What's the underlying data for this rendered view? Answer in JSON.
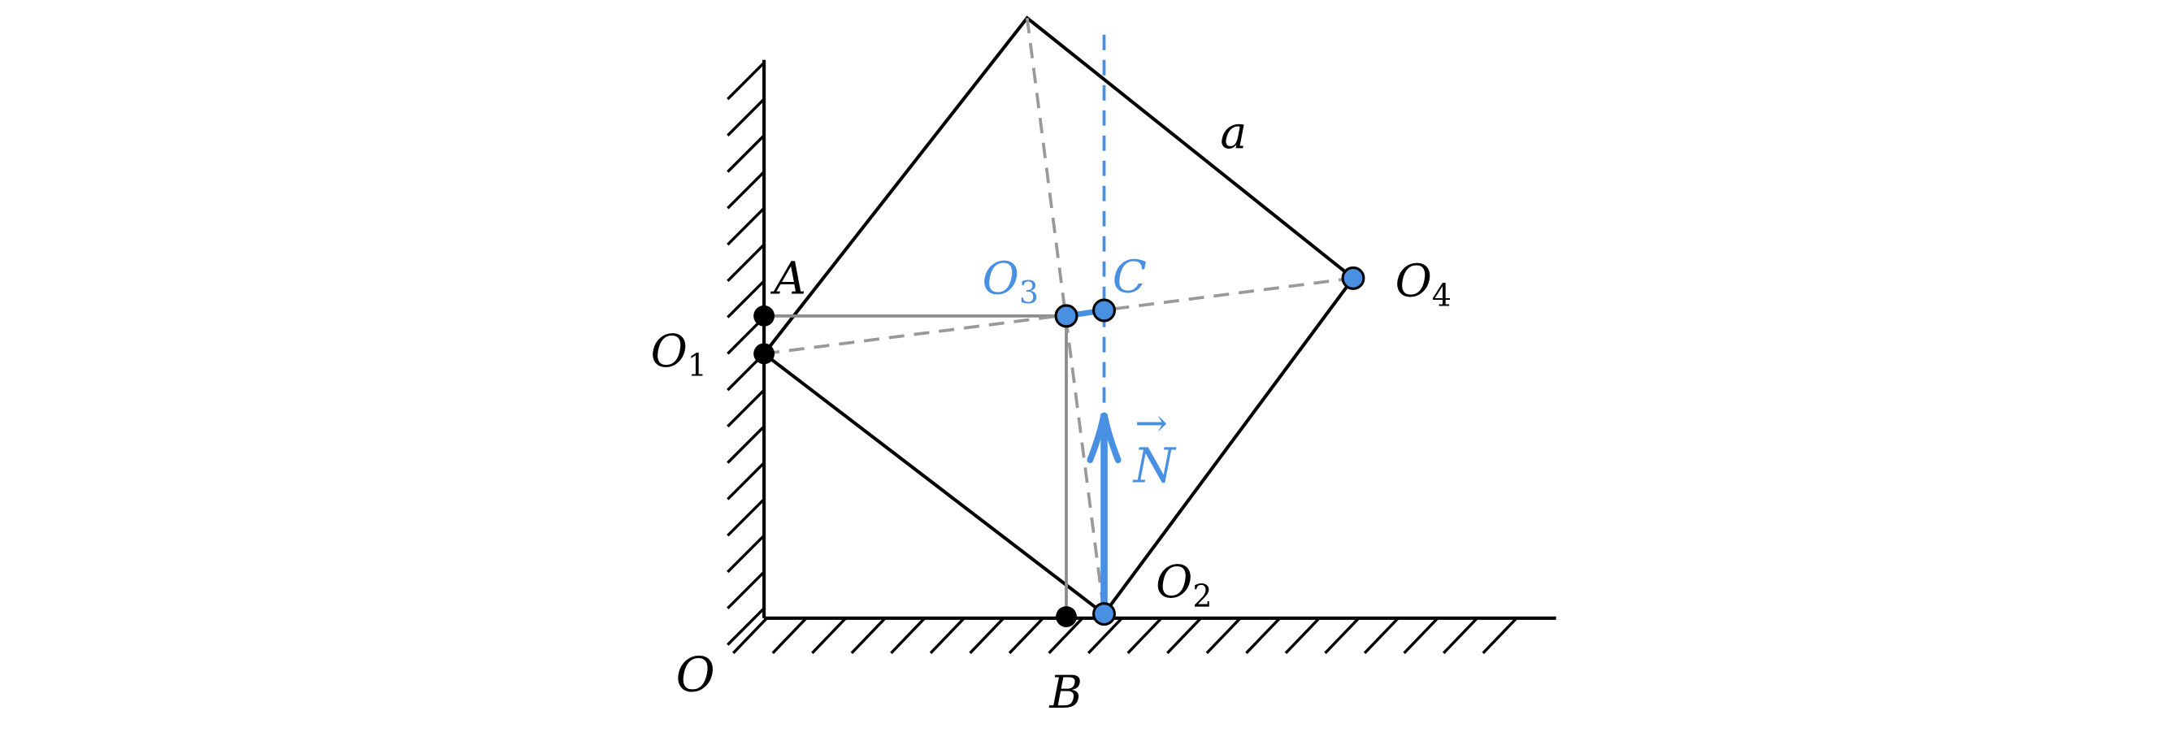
{
  "labels": {
    "O": "O",
    "A": "A",
    "B": "B",
    "C": "C",
    "a": "a",
    "O1": {
      "main": "O",
      "sub": "1"
    },
    "O2": {
      "main": "O",
      "sub": "2"
    },
    "O3": {
      "main": "O",
      "sub": "3"
    },
    "O4": {
      "main": "O",
      "sub": "4"
    },
    "N": "N",
    "N_arrow": "→"
  },
  "colors": {
    "ink": "#000000",
    "accent": "#4a90e2",
    "accent_fill": "#4a90e2",
    "guide": "#8c8c8c",
    "construction": "#999999"
  }
}
